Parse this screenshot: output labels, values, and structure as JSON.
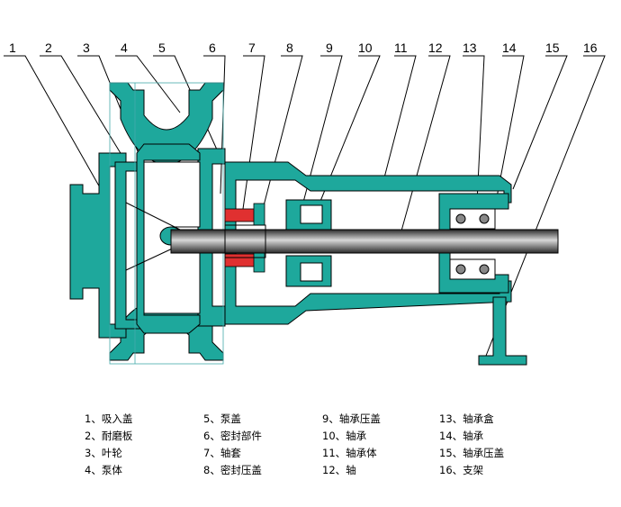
{
  "callouts": [
    "1",
    "2",
    "3",
    "4",
    "5",
    "6",
    "7",
    "8",
    "9",
    "10",
    "11",
    "12",
    "13",
    "14",
    "15",
    "16"
  ],
  "legend": {
    "col1": [
      "1、吸入盖",
      "2、耐磨板",
      "3、叶轮",
      "4、泵体"
    ],
    "col2": [
      "5、泵盖",
      "6、密封部件",
      "7、轴套",
      "8、密封压盖"
    ],
    "col3": [
      "9、轴承压盖",
      "10、轴承",
      "11、轴承体",
      "12、轴"
    ],
    "col4": [
      "13、轴承盒",
      "14、轴承",
      "15、轴承压盖",
      "16、支架"
    ]
  },
  "colors": {
    "casing": "#1ea89c",
    "outline": "#000000",
    "shaft": "#555555",
    "seal": "#e03030",
    "background": "#ffffff"
  }
}
